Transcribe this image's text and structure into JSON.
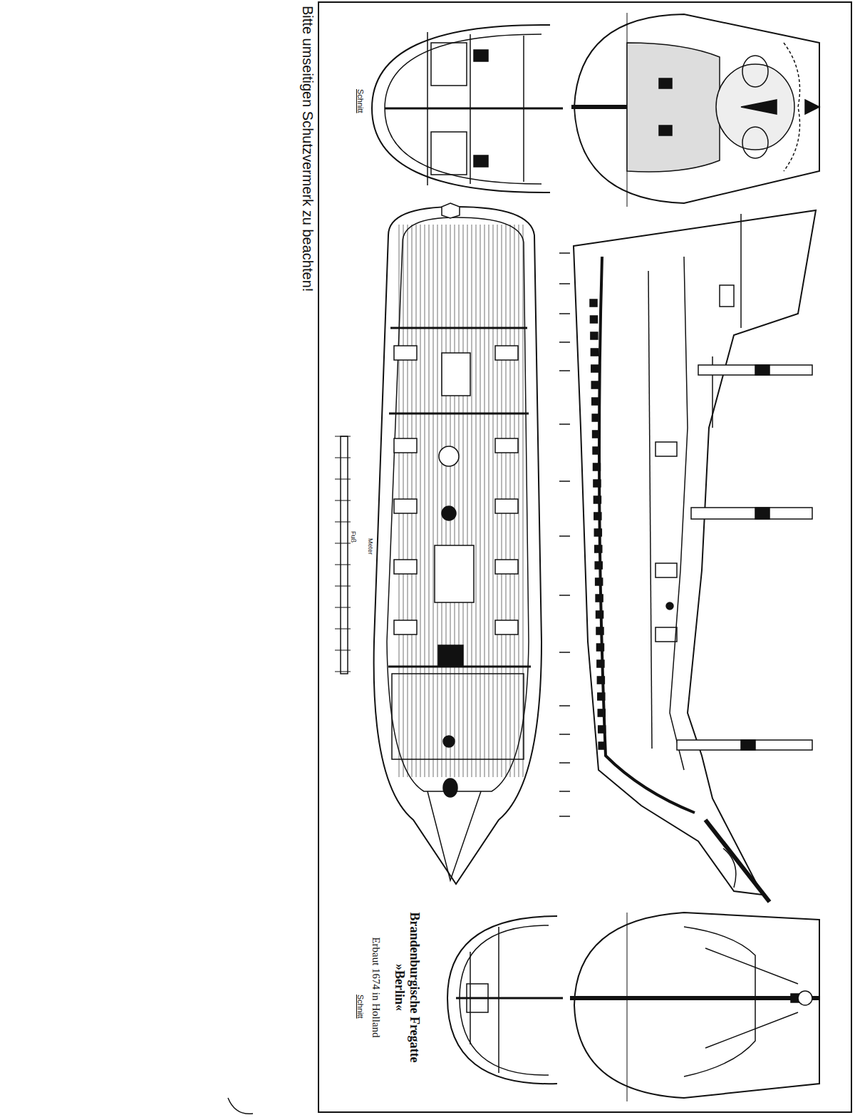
{
  "diagram": {
    "title": "Brandenburgische Fregatte »Berlin«",
    "labels": [
      "Bitte umseitigen Schutzvermerk zu beachten!",
      "Schnitt",
      "Schnitt",
      "Fuß",
      "Meter",
      "Erbaut 1674 in Holland"
    ]
  }
}
